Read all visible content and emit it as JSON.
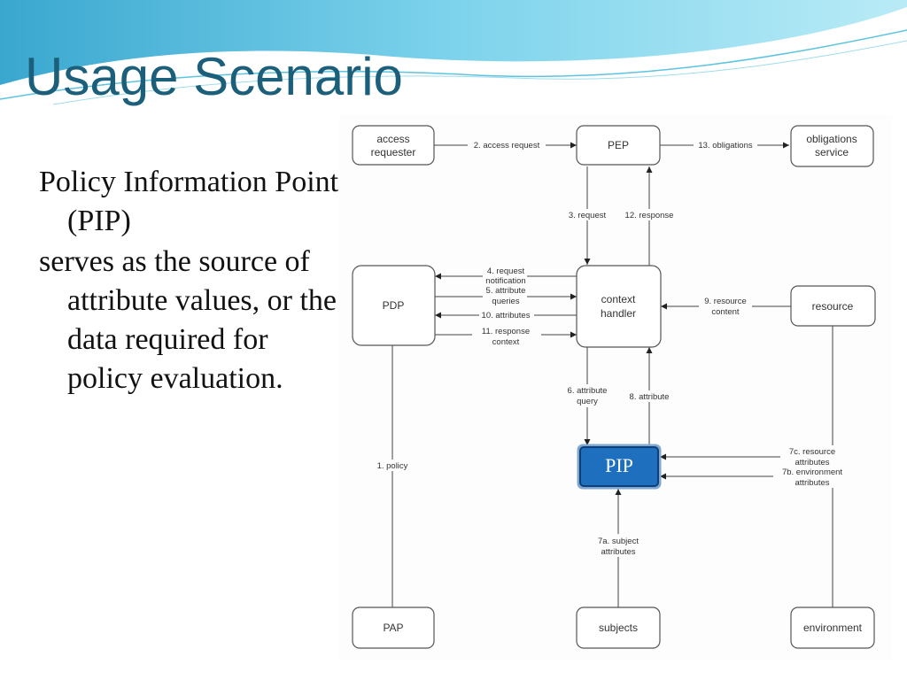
{
  "slide": {
    "title": "Usage Scenario",
    "paragraphs": [
      "Policy Information Point (PIP)",
      "serves as the source of attribute values, or the data required for policy evaluation."
    ]
  },
  "diagram": {
    "nodes": {
      "access_requester": [
        "access",
        "requester"
      ],
      "pep": "PEP",
      "obligations_service": [
        "obligations",
        "service"
      ],
      "pdp": "PDP",
      "context_handler": [
        "context",
        "handler"
      ],
      "resource": "resource",
      "pip": "PIP",
      "pap": "PAP",
      "subjects": "subjects",
      "environment": "environment"
    },
    "edges": {
      "access_request": "2. access request",
      "obligations": "13. obligations",
      "request": "3. request",
      "response": "12. response",
      "request_notification": [
        "4. request",
        "notification"
      ],
      "attribute_queries": [
        "5. attribute",
        "queries"
      ],
      "attributes": "10. attributes",
      "response_context": [
        "11. response",
        "context"
      ],
      "resource_content": [
        "9. resource",
        "content"
      ],
      "attribute_query": [
        "6. attribute",
        "query"
      ],
      "attribute": "8. attribute",
      "resource_attributes": [
        "7c. resource",
        "attributes"
      ],
      "environment_attributes": [
        "7b. environment",
        "attributes"
      ],
      "subject_attributes": [
        "7a. subject",
        "attributes"
      ],
      "policy": "1. policy"
    }
  },
  "colors": {
    "title": "#1b5f7a",
    "pip_fill": "#1f6fbf",
    "wave": "#5cc3e0"
  }
}
